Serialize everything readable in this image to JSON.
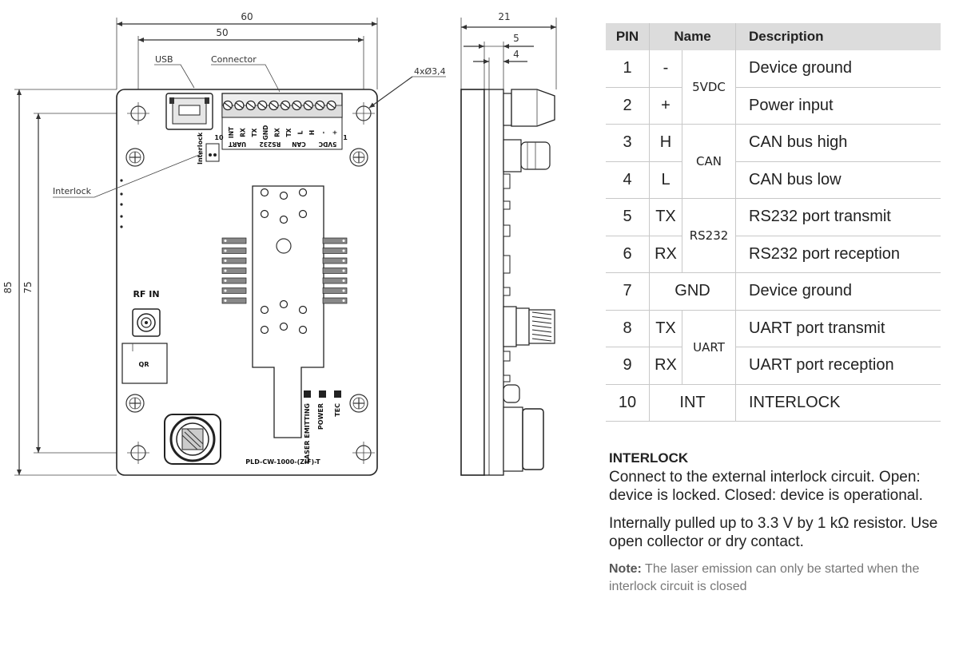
{
  "drawing": {
    "dims": {
      "width_60": "60",
      "width_50": "50",
      "height_85": "85",
      "height_75": "75",
      "side_21": "21",
      "side_5": "5",
      "side_4": "4",
      "holes": "4xØ3,4"
    },
    "callouts": {
      "usb": "USB",
      "connector": "Connector",
      "interlock": "Interlock"
    },
    "pin_labels": [
      "INT",
      "RX",
      "TX",
      "GND",
      "RX",
      "TX",
      "L",
      "H",
      "-",
      "+"
    ],
    "pin_group_labels": [
      "UART",
      "RS232",
      "CAN",
      "5VDC"
    ],
    "pin_num_left": "10",
    "pin_num_right": "1",
    "interlock_jumper": "Interlock",
    "rf_in": "RF IN",
    "qr": "QR",
    "leds": [
      "LASER EMITTING",
      "POWER",
      "TEC"
    ],
    "model": "PLD-CW-1000-(ZIF)-T"
  },
  "table": {
    "headers": [
      "PIN",
      "Name",
      "Description"
    ],
    "rows": [
      {
        "pin": "1",
        "sign": "-",
        "group": "5VDC",
        "desc": "Device ground"
      },
      {
        "pin": "2",
        "sign": "+",
        "desc": "Power input"
      },
      {
        "pin": "3",
        "sign": "H",
        "group": "CAN",
        "desc": "CAN bus high"
      },
      {
        "pin": "4",
        "sign": "L",
        "desc": "CAN bus low"
      },
      {
        "pin": "5",
        "sign": "TX",
        "group": "RS232",
        "desc": "RS232 port transmit"
      },
      {
        "pin": "6",
        "sign": "RX",
        "desc": "RS232 port reception"
      },
      {
        "pin": "7",
        "name": "GND",
        "desc": "Device ground"
      },
      {
        "pin": "8",
        "sign": "TX",
        "group": "UART",
        "desc": "UART port transmit"
      },
      {
        "pin": "9",
        "sign": "RX",
        "desc": "UART port reception"
      },
      {
        "pin": "10",
        "name": "INT",
        "desc": "INTERLOCK"
      }
    ]
  },
  "interlock": {
    "title": "INTERLOCK",
    "para1": "Connect to the external interlock circuit. Open: device is locked. Closed: device is operational.",
    "para2": "Internally pulled up to 3.3 V by 1 kΩ resistor. Use open collector or dry contact.",
    "note_label": "Note:",
    "note_text": " The laser emission can only be started when the interlock circuit is closed"
  }
}
